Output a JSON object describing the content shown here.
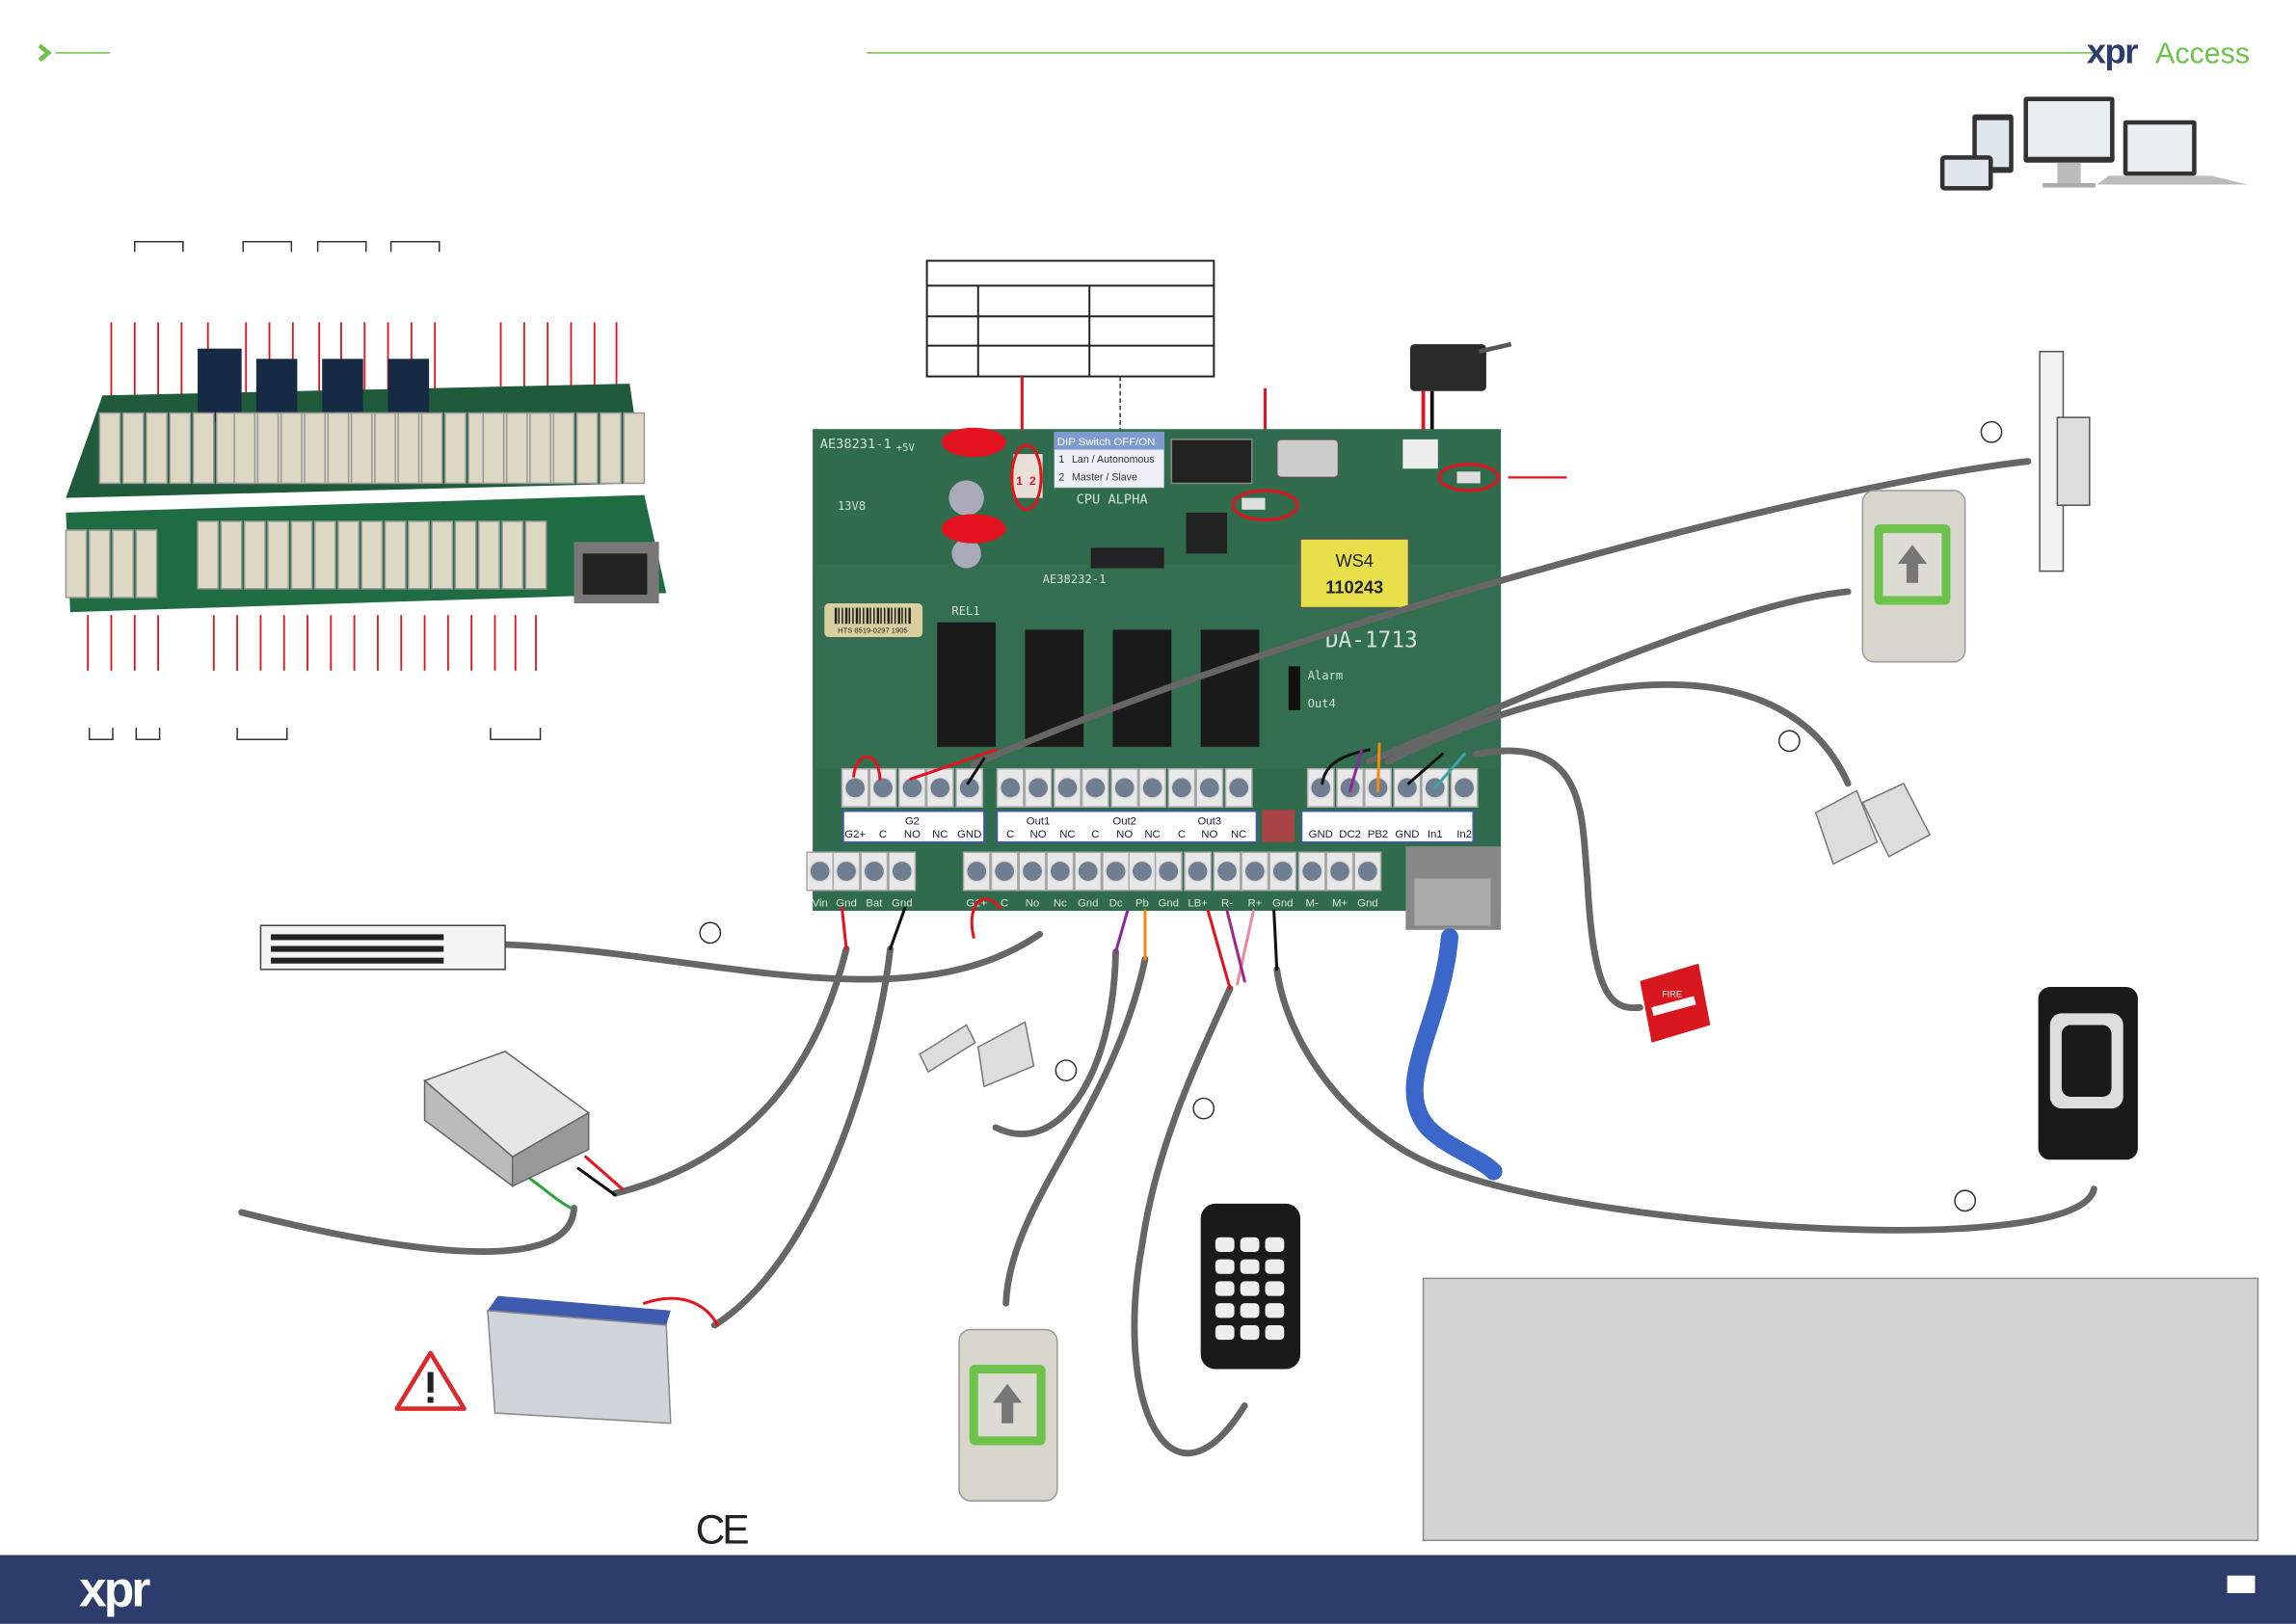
{
  "brand": {
    "logo_main": "xpr",
    "logo_sub": "Access",
    "footer_logo": "xpr"
  },
  "colors": {
    "brand_green": "#6cc24a",
    "brand_navy": "#2c3d6b",
    "pcb_green": "#2f6b4c",
    "callout_red": "#e3141f",
    "cable_gray": "#666666"
  },
  "board": {
    "pcb_id_top": "AE38231-1",
    "pcb_id_bottom": "AE38232-1",
    "cpu": "CPU ALPHA",
    "model": "DA-1713",
    "alarm": "Alarm",
    "out4": "Out4",
    "rel1": "REL1",
    "voltage": "13V8",
    "plus5v": "+5V",
    "barcode": "HTS 8519-0297 1905",
    "chip_line1": "WS4",
    "chip_line2": "110243"
  },
  "dip": {
    "title": "DIP Switch OFF/ON",
    "rows": [
      {
        "num": "1",
        "label": "Lan / Autonomous"
      },
      {
        "num": "2",
        "label": "Master / Slave"
      }
    ],
    "switch_numbers": [
      "1",
      "2"
    ]
  },
  "terminal_strip_top": {
    "labels": [
      "G2+",
      "C",
      "NO",
      "NC",
      "GND",
      "C",
      "NO",
      "NC",
      "C",
      "NO",
      "NC",
      "C",
      "NO",
      "NC",
      "GND",
      "DC2",
      "PB2",
      "GND",
      "In1",
      "In2"
    ],
    "group_headers": [
      "G2",
      "Out1",
      "Out2",
      "Out3"
    ]
  },
  "terminal_strip_bottom": {
    "labels": [
      "Vin",
      "Gnd",
      "Bat",
      "Gnd",
      "G1+",
      "C",
      "No",
      "Nc",
      "Gnd",
      "Dc",
      "Pb",
      "Gnd",
      "LB+",
      "R-",
      "R+",
      "Gnd",
      "M-",
      "M+",
      "Gnd"
    ]
  },
  "fire_label": "FIRE",
  "ce_mark": "CE"
}
